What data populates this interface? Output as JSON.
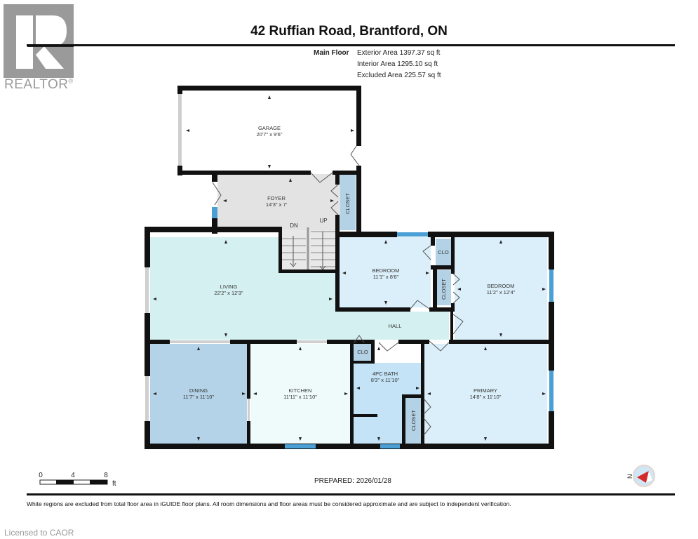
{
  "header": {
    "title": "42 Ruffian Road, Brantford, ON",
    "floor_label": "Main Floor",
    "areas": [
      "Exterior Area 1397.37 sq ft",
      "Interior Area 1295.10 sq ft",
      "Excluded Area 225.57 sq ft"
    ]
  },
  "logo": {
    "text": "REALTOR",
    "mark": "®"
  },
  "rooms": {
    "garage": {
      "name": "GARAGE",
      "dims": "20'7\" x 9'6\""
    },
    "foyer": {
      "name": "FOYER",
      "dims": "14'3\" x 7'"
    },
    "foyer_closet": {
      "name": "CLOSET"
    },
    "living": {
      "name": "LIVING",
      "dims": "22'2\" x 12'3\""
    },
    "bedroom1": {
      "name": "BEDROOM",
      "dims": "11'1\" x 8'6\""
    },
    "bedroom2": {
      "name": "BEDROOM",
      "dims": "11'2\" x 12'4\""
    },
    "clo1": {
      "name": "CLO"
    },
    "bed2_closet": {
      "name": "CLOSET"
    },
    "hall": {
      "name": "HALL"
    },
    "clo2": {
      "name": "CLO"
    },
    "dining": {
      "name": "DINING",
      "dims": "11'7\" x 11'10\""
    },
    "kitchen": {
      "name": "KITCHEN",
      "dims": "11'11\" x 11'10\""
    },
    "bath": {
      "name": "4PC BATH",
      "dims": "8'3\" x 11'10\""
    },
    "primary": {
      "name": "PRIMARY",
      "dims": "14'8\" x 11'10\""
    },
    "primary_closet": {
      "name": "CLOSET"
    }
  },
  "stairs": {
    "down": "DN",
    "up": "UP"
  },
  "scale": {
    "ticks": [
      "0",
      "4",
      "8"
    ],
    "unit": "ft"
  },
  "compass": {
    "label": "N"
  },
  "footer": {
    "prepared": "PREPARED: 2026/01/28",
    "disclaimer": "White regions are excluded from total floor area in iGUIDE floor plans. All room dimensions and floor areas must be considered approximate and are subject to independent verification.",
    "licensed": "Licensed to CAOR"
  },
  "colors": {
    "wall": "#111111",
    "garage": "#ffffff",
    "foyer": "#e3e3e3",
    "living": "#d5f0f0",
    "bedroom": "#dbeffa",
    "closet": "#b4d2e6",
    "dining": "#b5d3e8",
    "kitchen": "#effbfb",
    "bath": "#c4e3f7",
    "window": "#4a9fd4",
    "logo": "#9a9a9a"
  }
}
